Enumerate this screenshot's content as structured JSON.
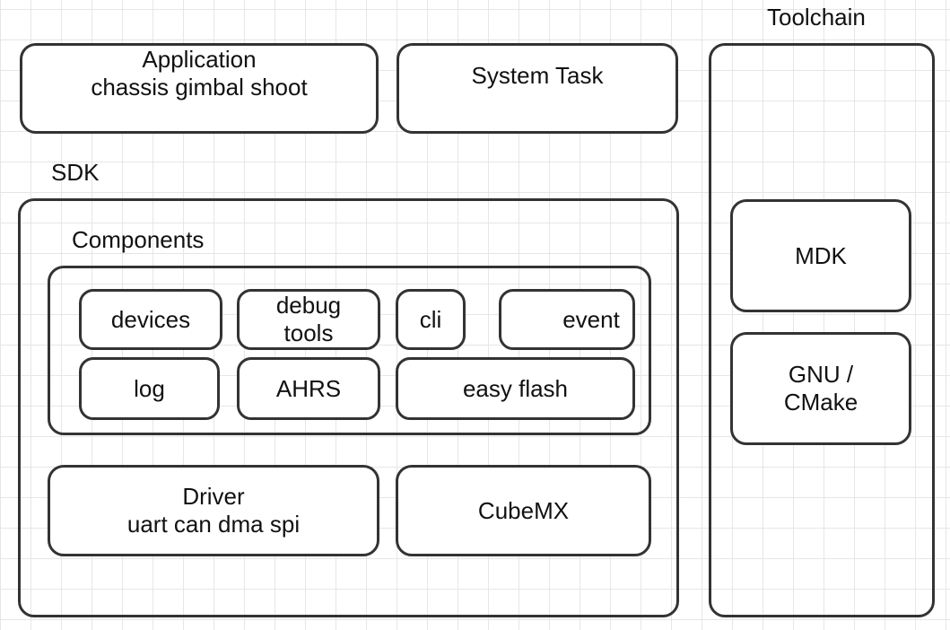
{
  "toolchain": {
    "title": "Toolchain",
    "mdk": "MDK",
    "gnu_line1": "GNU /",
    "gnu_line2": "CMake"
  },
  "application": {
    "line1": "Application",
    "line2": "chassis gimbal shoot"
  },
  "system_task": "System Task",
  "sdk": {
    "title": "SDK",
    "components": {
      "title": "Components",
      "devices": "devices",
      "debug_line1": "debug",
      "debug_line2": "tools",
      "cli": "cli",
      "event": "event",
      "log": "log",
      "ahrs": "AHRS",
      "easy_flash": "easy flash"
    },
    "driver": {
      "line1": "Driver",
      "line2": "uart can dma spi"
    },
    "cubemx": "CubeMX"
  }
}
